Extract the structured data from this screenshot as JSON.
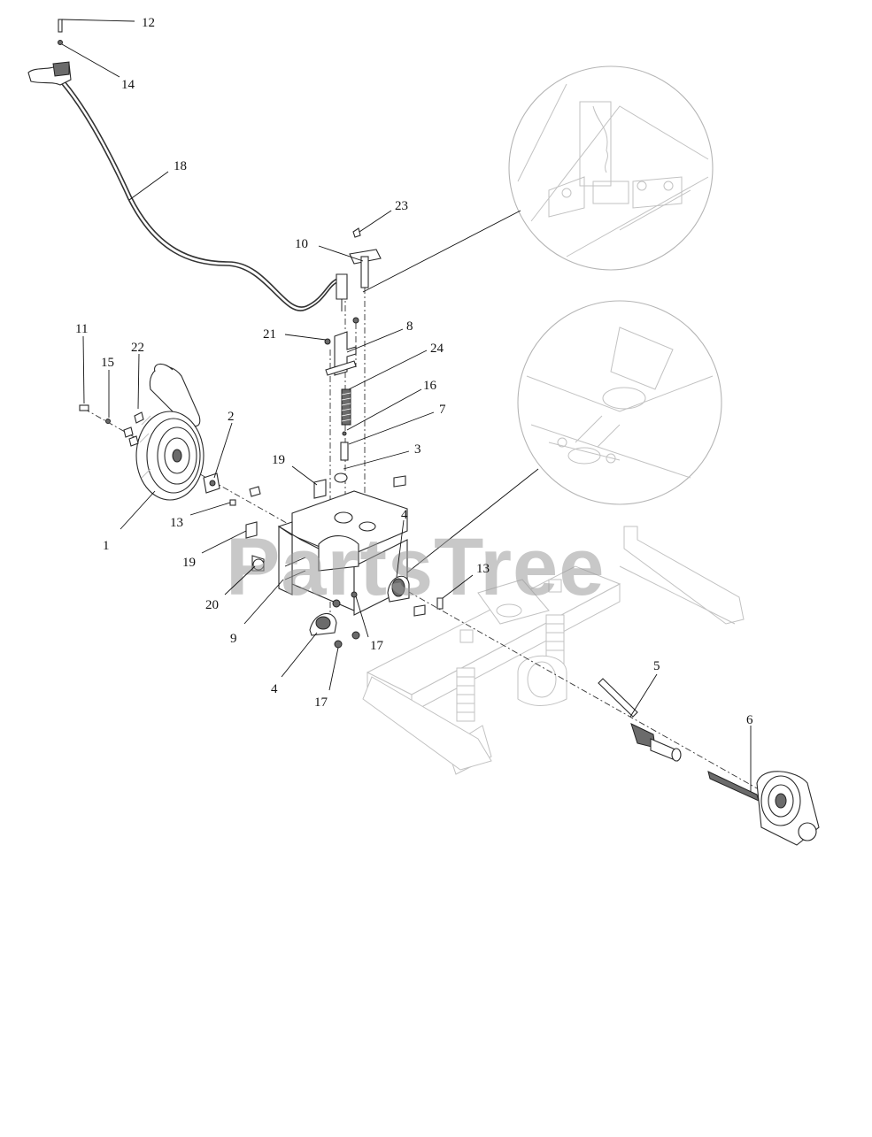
{
  "watermark": "PartsTree",
  "callouts": [
    "12",
    "14",
    "18",
    "23",
    "10",
    "21",
    "8",
    "24",
    "16",
    "7",
    "3",
    "11",
    "15",
    "22",
    "2",
    "19",
    "1",
    "13",
    "19",
    "20",
    "9",
    "4",
    "4",
    "17",
    "17",
    "13",
    "5",
    "6"
  ]
}
